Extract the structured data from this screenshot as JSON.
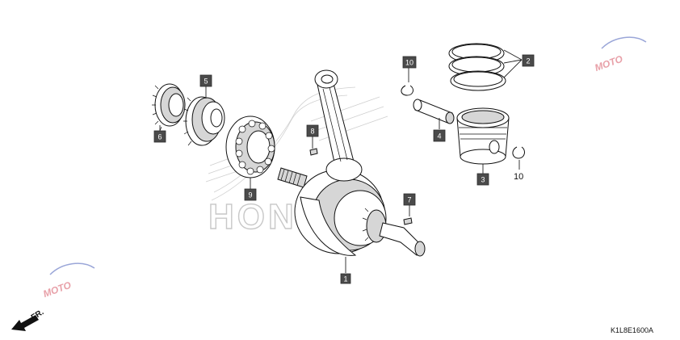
{
  "diagram": {
    "drawing_code": "K1L8E1600A",
    "direction_label": "FR.",
    "watermark_text": "HONDA",
    "site_watermark": "MOTO",
    "callouts": [
      {
        "id": "1",
        "label": "1"
      },
      {
        "id": "2",
        "label": "2"
      },
      {
        "id": "3",
        "label": "3"
      },
      {
        "id": "4",
        "label": "4"
      },
      {
        "id": "5",
        "label": "5"
      },
      {
        "id": "6",
        "label": "6"
      },
      {
        "id": "7",
        "label": "7"
      },
      {
        "id": "8",
        "label": "8"
      },
      {
        "id": "9",
        "label": "9"
      },
      {
        "id": "10a",
        "label": "10"
      }
    ],
    "plain_callout": "10"
  },
  "colors": {
    "callout_fill": "#4a4a4a",
    "line": "#111111",
    "watermark": "#c8c8c8",
    "site_watermark": "#e8a0a8"
  }
}
